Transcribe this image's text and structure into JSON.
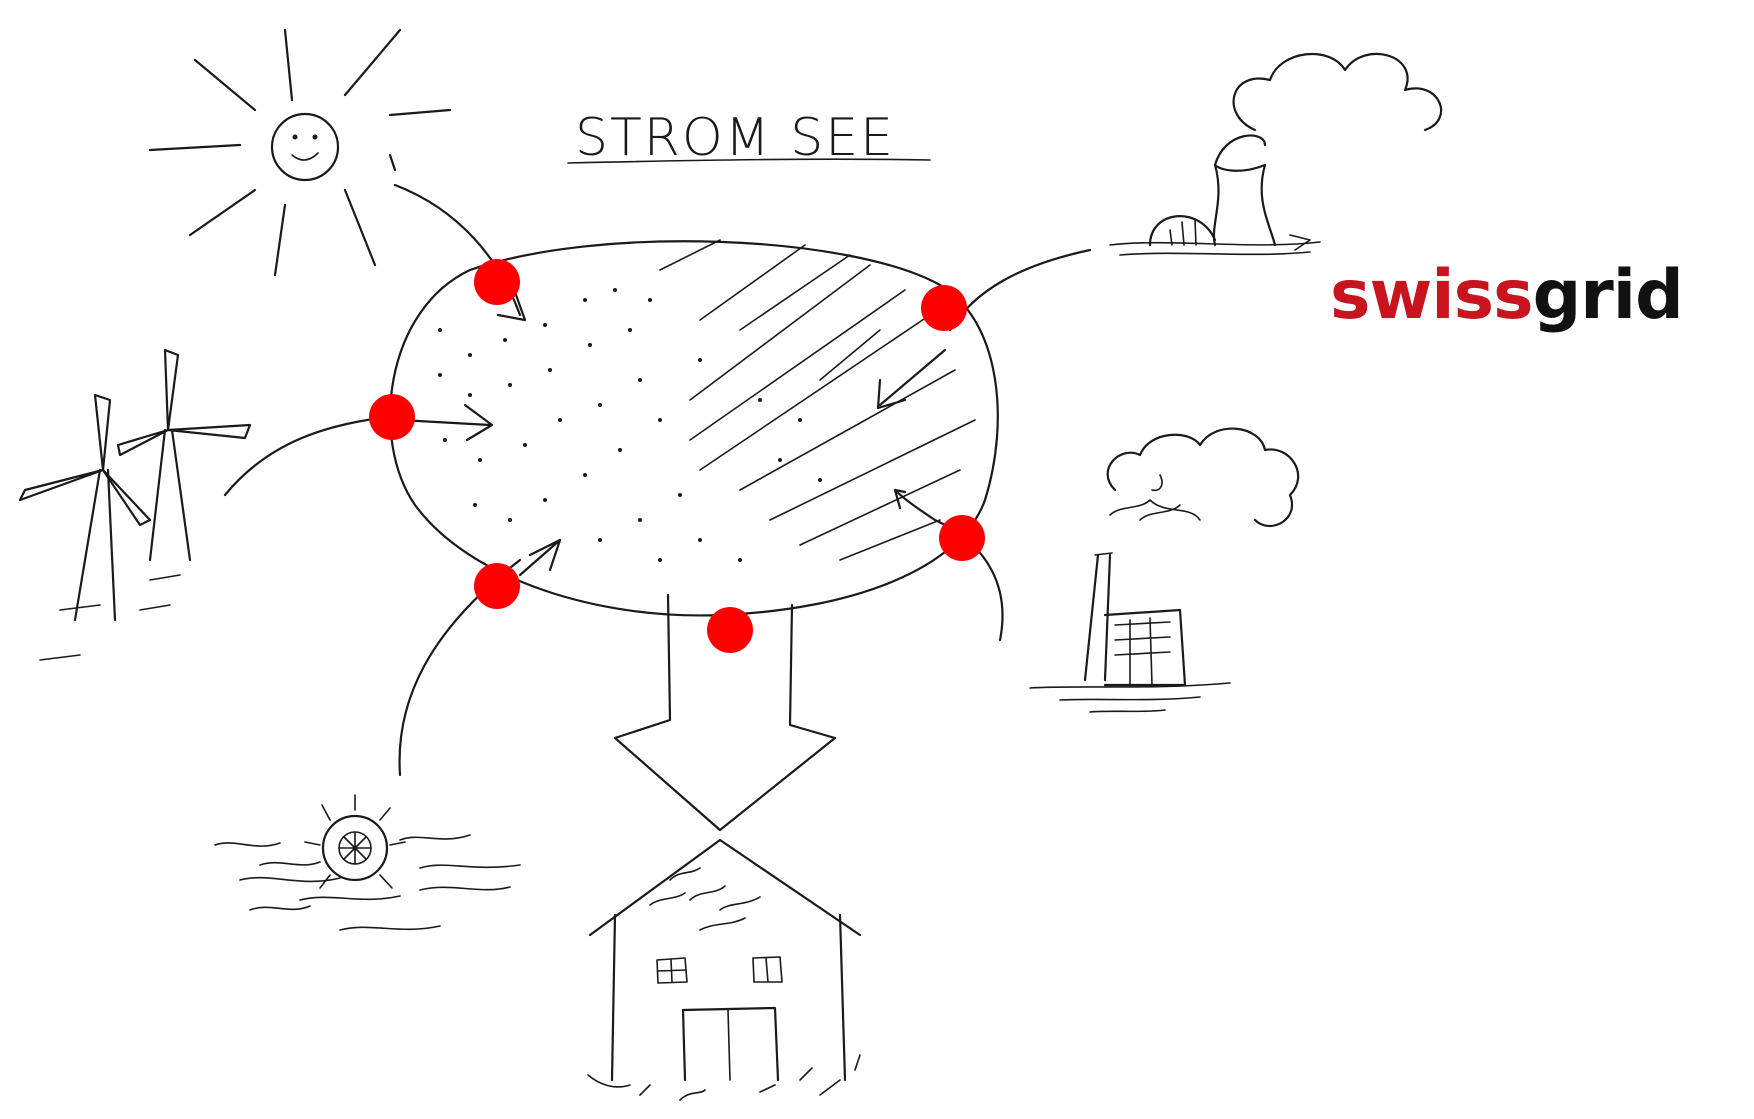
{
  "diagram": {
    "title": "STROM SEE"
  },
  "logo": {
    "part1": "swiss",
    "part2": "grid",
    "color_red": "#c8141e",
    "color_black": "#111111"
  },
  "connection_point_color": "#ff0000"
}
